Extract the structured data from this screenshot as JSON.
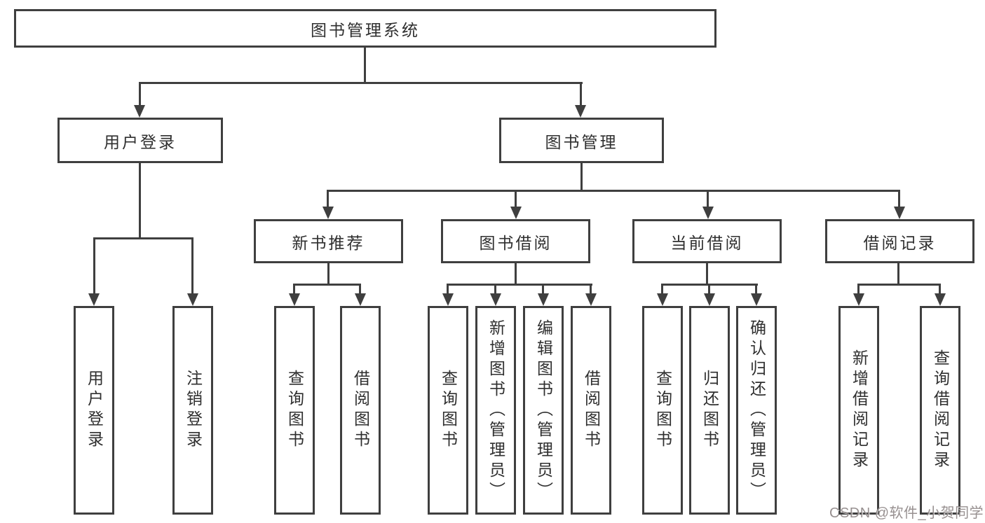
{
  "theme": {
    "line_color": "#3f3f3f",
    "text_color": "#2f2f2f",
    "background": "#ffffff",
    "watermark_color": "#8f8787"
  },
  "watermark": {
    "text": "CSDN @软件_小贺同学"
  },
  "tree": {
    "label": "图书管理系统",
    "children": [
      {
        "label": "用户登录",
        "children": [
          {
            "label": "用户登录"
          },
          {
            "label": "注销登录"
          }
        ]
      },
      {
        "label": "图书管理",
        "children": [
          {
            "label": "新书推荐",
            "children": [
              {
                "label": "查询图书"
              },
              {
                "label": "借阅图书"
              }
            ]
          },
          {
            "label": "图书借阅",
            "children": [
              {
                "label": "查询图书"
              },
              {
                "label": "新增图书（管理员）"
              },
              {
                "label": "编辑图书（管理员）"
              },
              {
                "label": "借阅图书"
              }
            ]
          },
          {
            "label": "当前借阅",
            "children": [
              {
                "label": "查询图书"
              },
              {
                "label": "归还图书"
              },
              {
                "label": "确认归还（管理员）"
              }
            ]
          },
          {
            "label": "借阅记录",
            "children": [
              {
                "label": "新增借阅记录"
              },
              {
                "label": "查询借阅记录"
              }
            ]
          }
        ]
      }
    ]
  }
}
